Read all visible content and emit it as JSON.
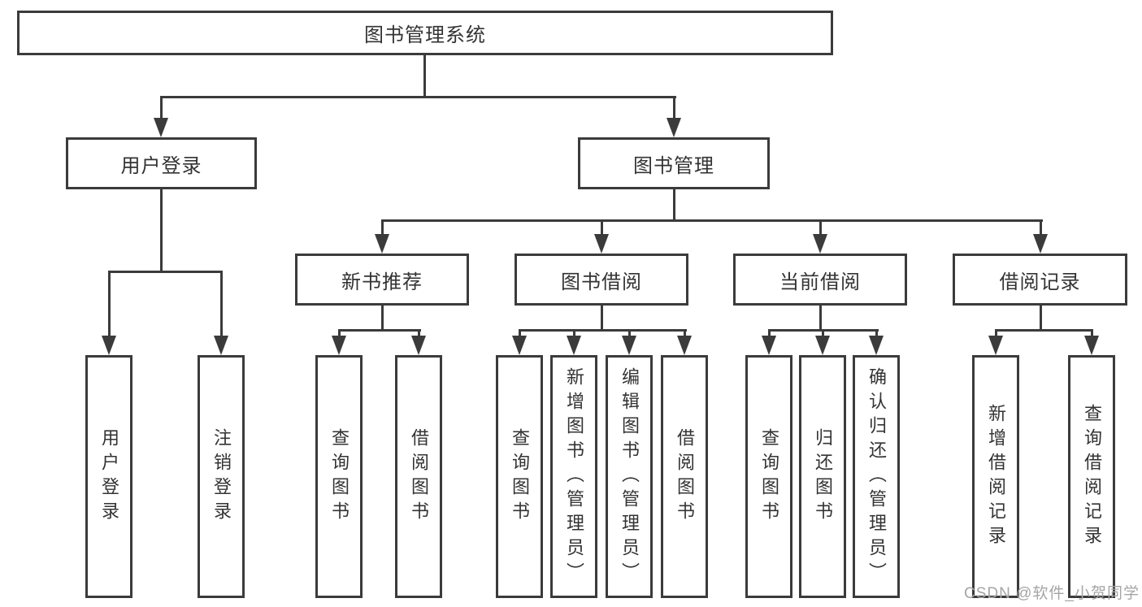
{
  "diagram": {
    "root": "图书管理系统",
    "level2": {
      "user_login": "用户登录",
      "book_mgmt": "图书管理"
    },
    "level3": {
      "new_book_rec": "新书推荐",
      "book_borrow": "图书借阅",
      "current_borrow": "当前借阅",
      "borrow_record": "借阅记录"
    },
    "leaves": {
      "user_login": [
        "用户登录",
        "注销登录"
      ],
      "new_book_rec": [
        "查询图书",
        "借阅图书"
      ],
      "book_borrow": [
        "查询图书",
        "新增图书（管理员）",
        "编辑图书（管理员）",
        "借阅图书"
      ],
      "current_borrow": [
        "查询图书",
        "归还图书",
        "确认归还（管理员）"
      ],
      "borrow_record": [
        "新增借阅记录",
        "查询借阅记录"
      ]
    }
  },
  "watermark": {
    "text": "CSDN @软件_小贺同学"
  },
  "colors": {
    "line": "#3b3b3b",
    "box_border": "#3b3b3b",
    "text": "#333333",
    "watermark": "#a5a5a5",
    "background": "#ffffff"
  }
}
